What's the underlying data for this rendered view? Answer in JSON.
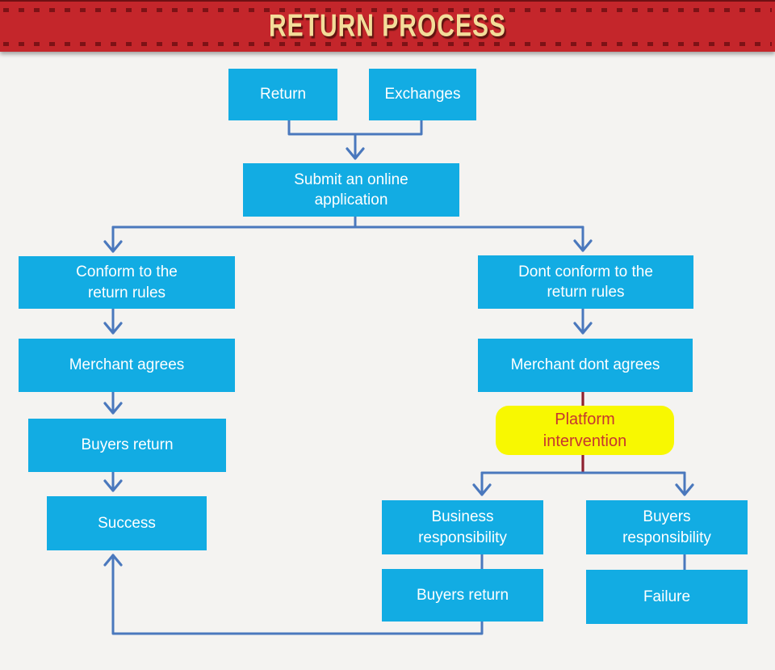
{
  "banner": {
    "title": "RETURN PROCESS"
  },
  "colors": {
    "page_bg": "#f4f3f1",
    "banner_bg": "#c4262b",
    "banner_dash": "#7d1216",
    "banner_title": "#f3dd9a",
    "node_bg": "#12ace3",
    "node_text": "#ffffff",
    "connector": "#4a78bd",
    "intervention_line": "#8e2130",
    "highlight_bg": "#f8f801",
    "highlight_text": "#c6362f"
  },
  "nodes": [
    {
      "id": "return",
      "label": "Return"
    },
    {
      "id": "exchanges",
      "label": "Exchanges"
    },
    {
      "id": "submit-application",
      "label": "Submit an online\napplication"
    },
    {
      "id": "conform-rules",
      "label": "Conform to the\nreturn rules"
    },
    {
      "id": "dont-conform-rules",
      "label": "Dont conform to the\nreturn rules"
    },
    {
      "id": "merchant-agrees",
      "label": "Merchant agrees"
    },
    {
      "id": "merchant-dont-agrees",
      "label": "Merchant dont agrees"
    },
    {
      "id": "buyers-return-left",
      "label": "Buyers return"
    },
    {
      "id": "platform-intervention",
      "label": "Platform\nintervention"
    },
    {
      "id": "success",
      "label": "Success"
    },
    {
      "id": "business-responsibility",
      "label": "Business\nresponsibility"
    },
    {
      "id": "buyers-responsibility",
      "label": "Buyers\nresponsibility"
    },
    {
      "id": "buyers-return-bottom",
      "label": "Buyers return"
    },
    {
      "id": "failure",
      "label": "Failure"
    }
  ]
}
